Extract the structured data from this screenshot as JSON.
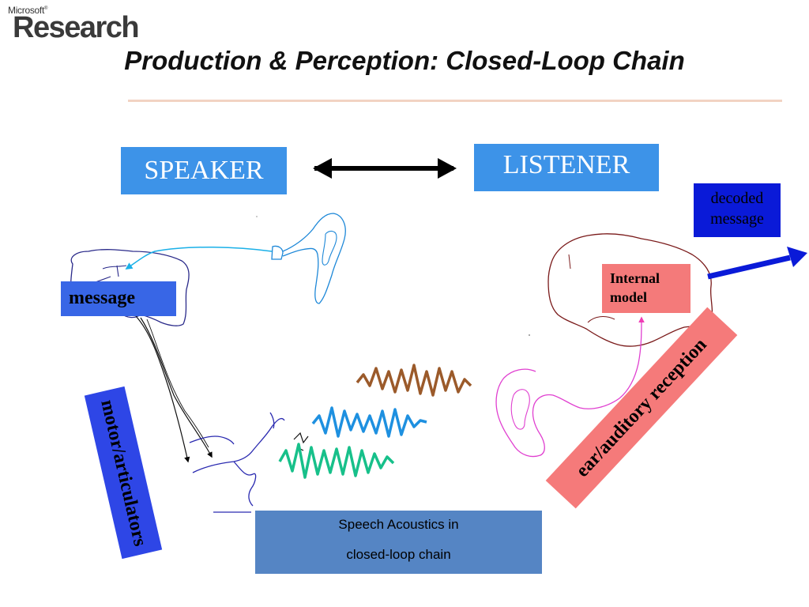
{
  "logo": {
    "top": "Microsoft",
    "main": "Research"
  },
  "title": "Production & Perception: Closed-Loop Chain",
  "boxes": {
    "speaker": "SPEAKER",
    "listener": "LISTENER",
    "decoded_line1": "decoded",
    "decoded_line2": "message",
    "message": "message",
    "internal_line1": "Internal",
    "internal_line2": "model",
    "motor": "motor/articulators",
    "ear": "ear/auditory reception",
    "speech_line1": "Speech Acoustics in",
    "speech_line2": "closed-loop chain"
  },
  "colors": {
    "speaker_box": "#3d93e8",
    "decoded_box": "#0a1ad8",
    "message_box": "#3866e6",
    "internal_box": "#f47a7a",
    "motor_box": "#2e46e6",
    "ear_box": "#f57a7a",
    "speech_box": "#5585c4",
    "wave_brown": "#9b5a2a",
    "wave_blue": "#1e90e0",
    "wave_green": "#17c08a"
  }
}
